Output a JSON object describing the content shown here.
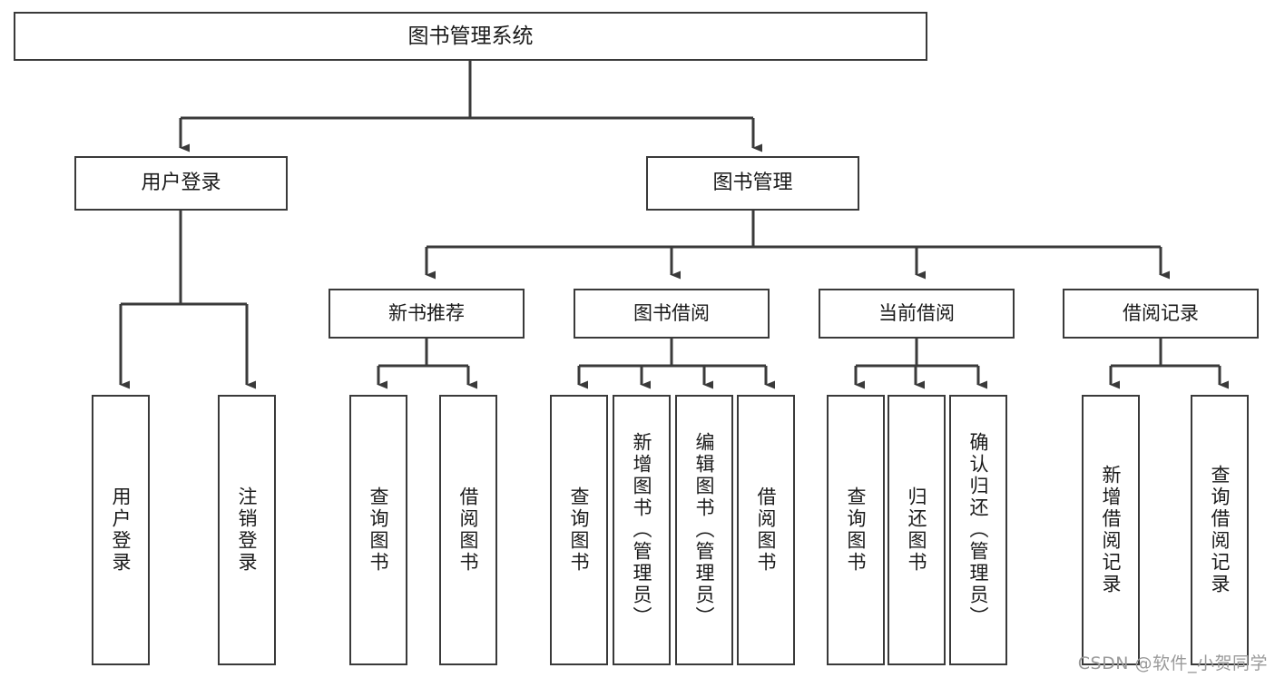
{
  "diagram": {
    "type": "tree-hierarchy",
    "title": "图书管理系统",
    "watermark": "CSDN @软件_小贺同学",
    "colors": {
      "box_border": "#3a3a3a",
      "box_fill": "#ffffff",
      "connector": "#3a3a3a",
      "text": "#1a1a1a",
      "watermark": "#9a9a9a",
      "background": "#ffffff"
    },
    "nodes": {
      "root": {
        "label": "图书管理系统",
        "level": 1
      },
      "l2": [
        {
          "id": "user-login",
          "label": "用户登录",
          "level": 2
        },
        {
          "id": "book-manage",
          "label": "图书管理",
          "level": 2
        }
      ],
      "l3": [
        {
          "id": "new-book-rec",
          "label": "新书推荐",
          "level": 3,
          "parent": "book-manage"
        },
        {
          "id": "book-borrow",
          "label": "图书借阅",
          "level": 3,
          "parent": "book-manage"
        },
        {
          "id": "current-borrow",
          "label": "当前借阅",
          "level": 3,
          "parent": "book-manage"
        },
        {
          "id": "borrow-record",
          "label": "借阅记录",
          "level": 3,
          "parent": "book-manage"
        }
      ],
      "leaves": [
        {
          "id": "leaf-user-login",
          "label": "用户登录",
          "parent": "user-login"
        },
        {
          "id": "leaf-user-logout",
          "label": "注销登录",
          "parent": "user-login"
        },
        {
          "id": "leaf-query-book-1",
          "label": "查询图书",
          "parent": "new-book-rec"
        },
        {
          "id": "leaf-borrow-book-1",
          "label": "借阅图书",
          "parent": "new-book-rec"
        },
        {
          "id": "leaf-query-book-2",
          "label": "查询图书",
          "parent": "book-borrow"
        },
        {
          "id": "leaf-add-book",
          "label": "新增图书（管理员）",
          "parent": "book-borrow"
        },
        {
          "id": "leaf-edit-book",
          "label": "编辑图书（管理员）",
          "parent": "book-borrow"
        },
        {
          "id": "leaf-borrow-book-2",
          "label": "借阅图书",
          "parent": "book-borrow"
        },
        {
          "id": "leaf-query-book-3",
          "label": "查询图书",
          "parent": "current-borrow"
        },
        {
          "id": "leaf-return-book",
          "label": "归还图书",
          "parent": "current-borrow"
        },
        {
          "id": "leaf-confirm-return",
          "label": "确认归还（管理员）",
          "parent": "current-borrow"
        },
        {
          "id": "leaf-add-record",
          "label": "新增借阅记录",
          "parent": "borrow-record"
        },
        {
          "id": "leaf-query-record",
          "label": "查询借阅记录",
          "parent": "borrow-record"
        }
      ]
    }
  }
}
